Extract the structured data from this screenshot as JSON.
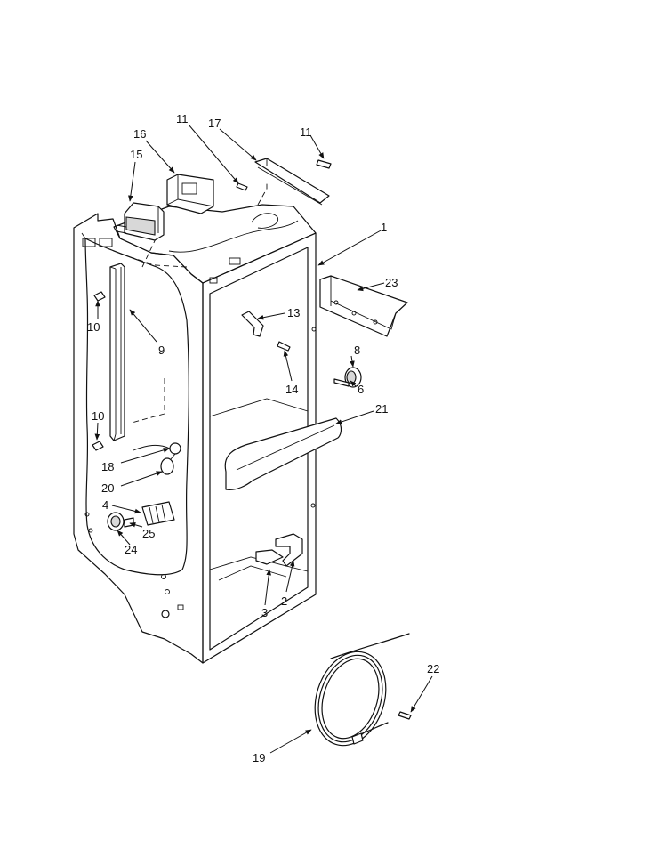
{
  "diagram": {
    "callouts": [
      {
        "id": "c1",
        "text": "1"
      },
      {
        "id": "c2",
        "text": "2"
      },
      {
        "id": "c3",
        "text": "3"
      },
      {
        "id": "c4",
        "text": "4"
      },
      {
        "id": "c6",
        "text": "6"
      },
      {
        "id": "c8",
        "text": "8"
      },
      {
        "id": "c9",
        "text": "9"
      },
      {
        "id": "c10a",
        "text": "10"
      },
      {
        "id": "c10b",
        "text": "10"
      },
      {
        "id": "c11a",
        "text": "11"
      },
      {
        "id": "c11b",
        "text": "11"
      },
      {
        "id": "c13",
        "text": "13"
      },
      {
        "id": "c14",
        "text": "14"
      },
      {
        "id": "c15",
        "text": "15"
      },
      {
        "id": "c16",
        "text": "16"
      },
      {
        "id": "c17",
        "text": "17"
      },
      {
        "id": "c18",
        "text": "18"
      },
      {
        "id": "c19",
        "text": "19"
      },
      {
        "id": "c20",
        "text": "20"
      },
      {
        "id": "c21",
        "text": "21"
      },
      {
        "id": "c22",
        "text": "22"
      },
      {
        "id": "c23",
        "text": "23"
      },
      {
        "id": "c24",
        "text": "24"
      },
      {
        "id": "c25",
        "text": "25"
      }
    ]
  }
}
